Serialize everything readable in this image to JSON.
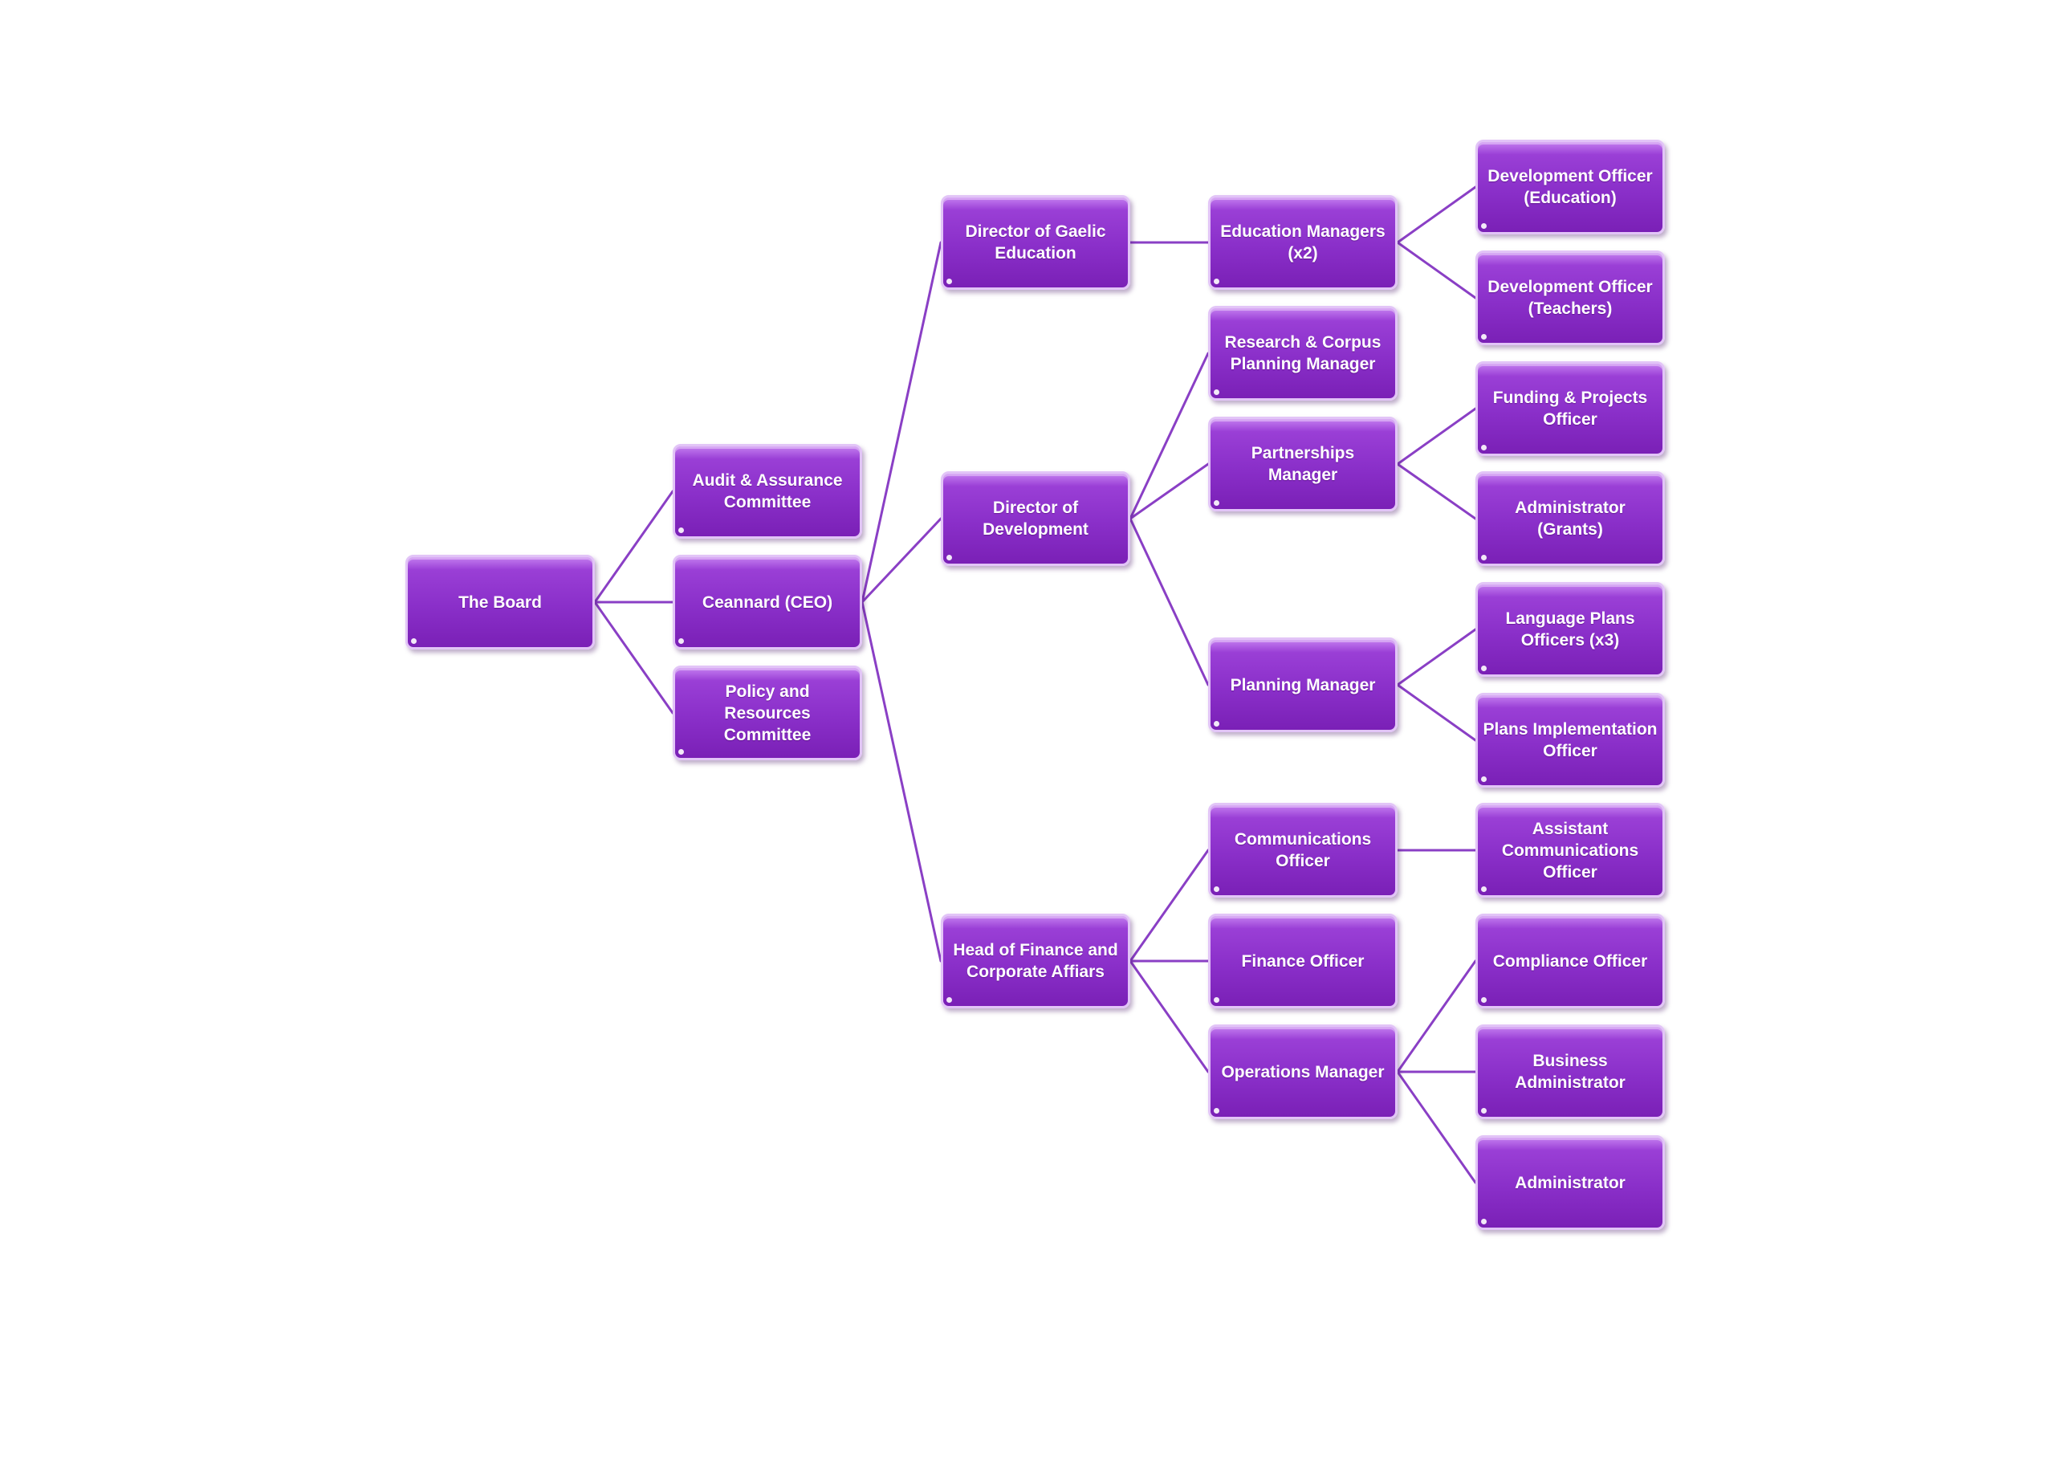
{
  "diagram": {
    "type": "org-chart",
    "line_color": "#8a3fc5",
    "box_color": "#8a2fc9",
    "text_color": "#ffffff",
    "nodes": [
      {
        "id": "board",
        "label": "The Board"
      },
      {
        "id": "audit",
        "label": "Audit & Assurance\nCommittee"
      },
      {
        "id": "ceo",
        "label": "Ceannard (CEO)"
      },
      {
        "id": "policy",
        "label": "Policy and Resources\nCommittee"
      },
      {
        "id": "dir_gaelic",
        "label": "Director of Gaelic\nEducation"
      },
      {
        "id": "dir_dev",
        "label": "Director of\nDevelopment"
      },
      {
        "id": "head_fin",
        "label": "Head of Finance and\nCorporate Affiars"
      },
      {
        "id": "edu_mgr",
        "label": "Education Managers\n(x2)"
      },
      {
        "id": "research_mgr",
        "label": "Research & Corpus\nPlanning Manager"
      },
      {
        "id": "partner_mgr",
        "label": "Partnerships Manager"
      },
      {
        "id": "planning_mgr",
        "label": "Planning Manager"
      },
      {
        "id": "comms_off",
        "label": "Communications\nOfficer"
      },
      {
        "id": "fin_off",
        "label": "Finance    Officer"
      },
      {
        "id": "ops_mgr",
        "label": "Operations Manager"
      },
      {
        "id": "dev_edu",
        "label": "Development Officer\n(Education)"
      },
      {
        "id": "dev_teach",
        "label": "Development Officer\n(Teachers)"
      },
      {
        "id": "funding_off",
        "label": "Funding & Projects\nOfficer"
      },
      {
        "id": "admin_grants",
        "label": "Administrator (Grants)"
      },
      {
        "id": "lang_plans",
        "label": "Language Plans\nOfficers (x3)"
      },
      {
        "id": "plans_impl",
        "label": "Plans Implementation\nOfficer"
      },
      {
        "id": "asst_comms",
        "label": "Assistant\nCommunications\nOfficer"
      },
      {
        "id": "compliance",
        "label": "Compliance Officer"
      },
      {
        "id": "business_admin",
        "label": "Business\nAdministrator"
      },
      {
        "id": "administrator",
        "label": "Administrator"
      }
    ],
    "edges": [
      [
        "board",
        "audit"
      ],
      [
        "board",
        "ceo"
      ],
      [
        "board",
        "policy"
      ],
      [
        "ceo",
        "dir_gaelic"
      ],
      [
        "ceo",
        "dir_dev"
      ],
      [
        "ceo",
        "head_fin"
      ],
      [
        "dir_gaelic",
        "edu_mgr"
      ],
      [
        "dir_dev",
        "research_mgr"
      ],
      [
        "dir_dev",
        "partner_mgr"
      ],
      [
        "dir_dev",
        "planning_mgr"
      ],
      [
        "head_fin",
        "comms_off"
      ],
      [
        "head_fin",
        "fin_off"
      ],
      [
        "head_fin",
        "ops_mgr"
      ],
      [
        "edu_mgr",
        "dev_edu"
      ],
      [
        "edu_mgr",
        "dev_teach"
      ],
      [
        "partner_mgr",
        "funding_off"
      ],
      [
        "partner_mgr",
        "admin_grants"
      ],
      [
        "planning_mgr",
        "lang_plans"
      ],
      [
        "planning_mgr",
        "plans_impl"
      ],
      [
        "comms_off",
        "asst_comms"
      ],
      [
        "ops_mgr",
        "compliance"
      ],
      [
        "ops_mgr",
        "business_admin"
      ],
      [
        "ops_mgr",
        "administrator"
      ]
    ]
  }
}
